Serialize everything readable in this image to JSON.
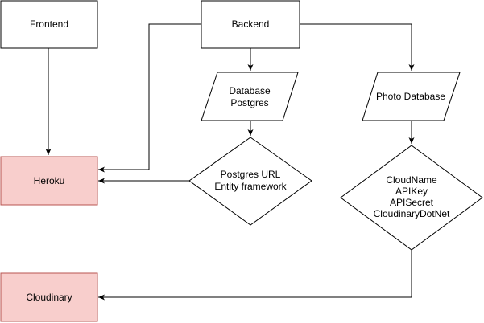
{
  "nodes": {
    "frontend": {
      "label": "Frontend"
    },
    "backend": {
      "label": "Backend"
    },
    "database": {
      "lines": [
        "Database",
        "Postgres"
      ]
    },
    "photo_database": {
      "label": "Photo Database"
    },
    "postgres_config": {
      "lines": [
        "Postgres URL",
        "Entity framework"
      ]
    },
    "cloudinary_config": {
      "lines": [
        "CloudName",
        "APIKey",
        "APISecret",
        "CloudinaryDotNet"
      ]
    },
    "heroku": {
      "label": "Heroku"
    },
    "cloudinary": {
      "label": "Cloudinary"
    }
  },
  "colors": {
    "stroke": "#000000",
    "node_fill": "#ffffff",
    "highlight_fill": "#f8cecc",
    "highlight_stroke": "#b85450"
  }
}
